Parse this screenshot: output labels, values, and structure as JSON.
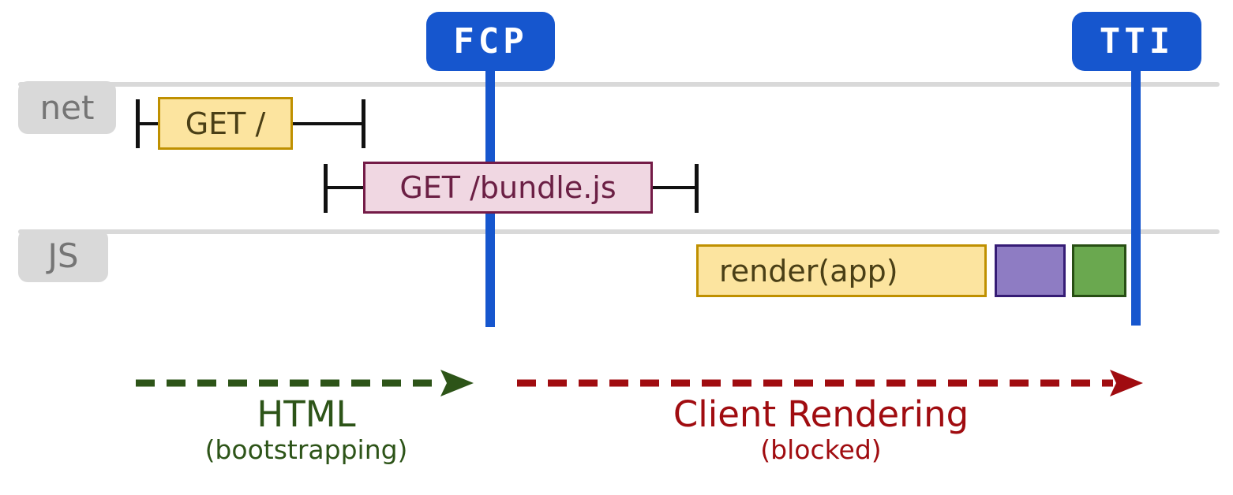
{
  "markers": [
    {
      "id": "fcp",
      "label": "FCP"
    },
    {
      "id": "tti",
      "label": "TTI"
    }
  ],
  "lanes": [
    {
      "id": "net",
      "label": "net"
    },
    {
      "id": "js",
      "label": "JS"
    }
  ],
  "net_requests": [
    {
      "label": "GET /"
    },
    {
      "label": "GET /bundle.js"
    }
  ],
  "js_tasks": [
    {
      "label": "render(app)",
      "kind": "yellow-task"
    },
    {
      "label": "",
      "kind": "purple-task"
    },
    {
      "label": "",
      "kind": "green-task"
    }
  ],
  "phases": [
    {
      "title": "HTML",
      "subtitle": "(bootstrapping)",
      "color": "#2d5418"
    },
    {
      "title": "Client Rendering",
      "subtitle": "(blocked)",
      "color": "#a00c10"
    }
  ],
  "colors": {
    "marker_blue": "#1656ce",
    "lane_gray": "#d9d9d9",
    "lane_label_text": "#757575",
    "yellow_fill": "#fce49f",
    "yellow_border": "#bf9000",
    "yellow_text": "#4a3f16",
    "pink_fill": "#f0d7e2",
    "pink_border": "#741b47",
    "pink_text": "#6b1f44",
    "purple_fill": "#8e7cc3",
    "purple_border": "#351c75",
    "green_fill": "#6aa84f",
    "green_border": "#274e13",
    "whisker_black": "#111111",
    "phase_green": "#2d5418",
    "phase_red": "#a00c10"
  }
}
